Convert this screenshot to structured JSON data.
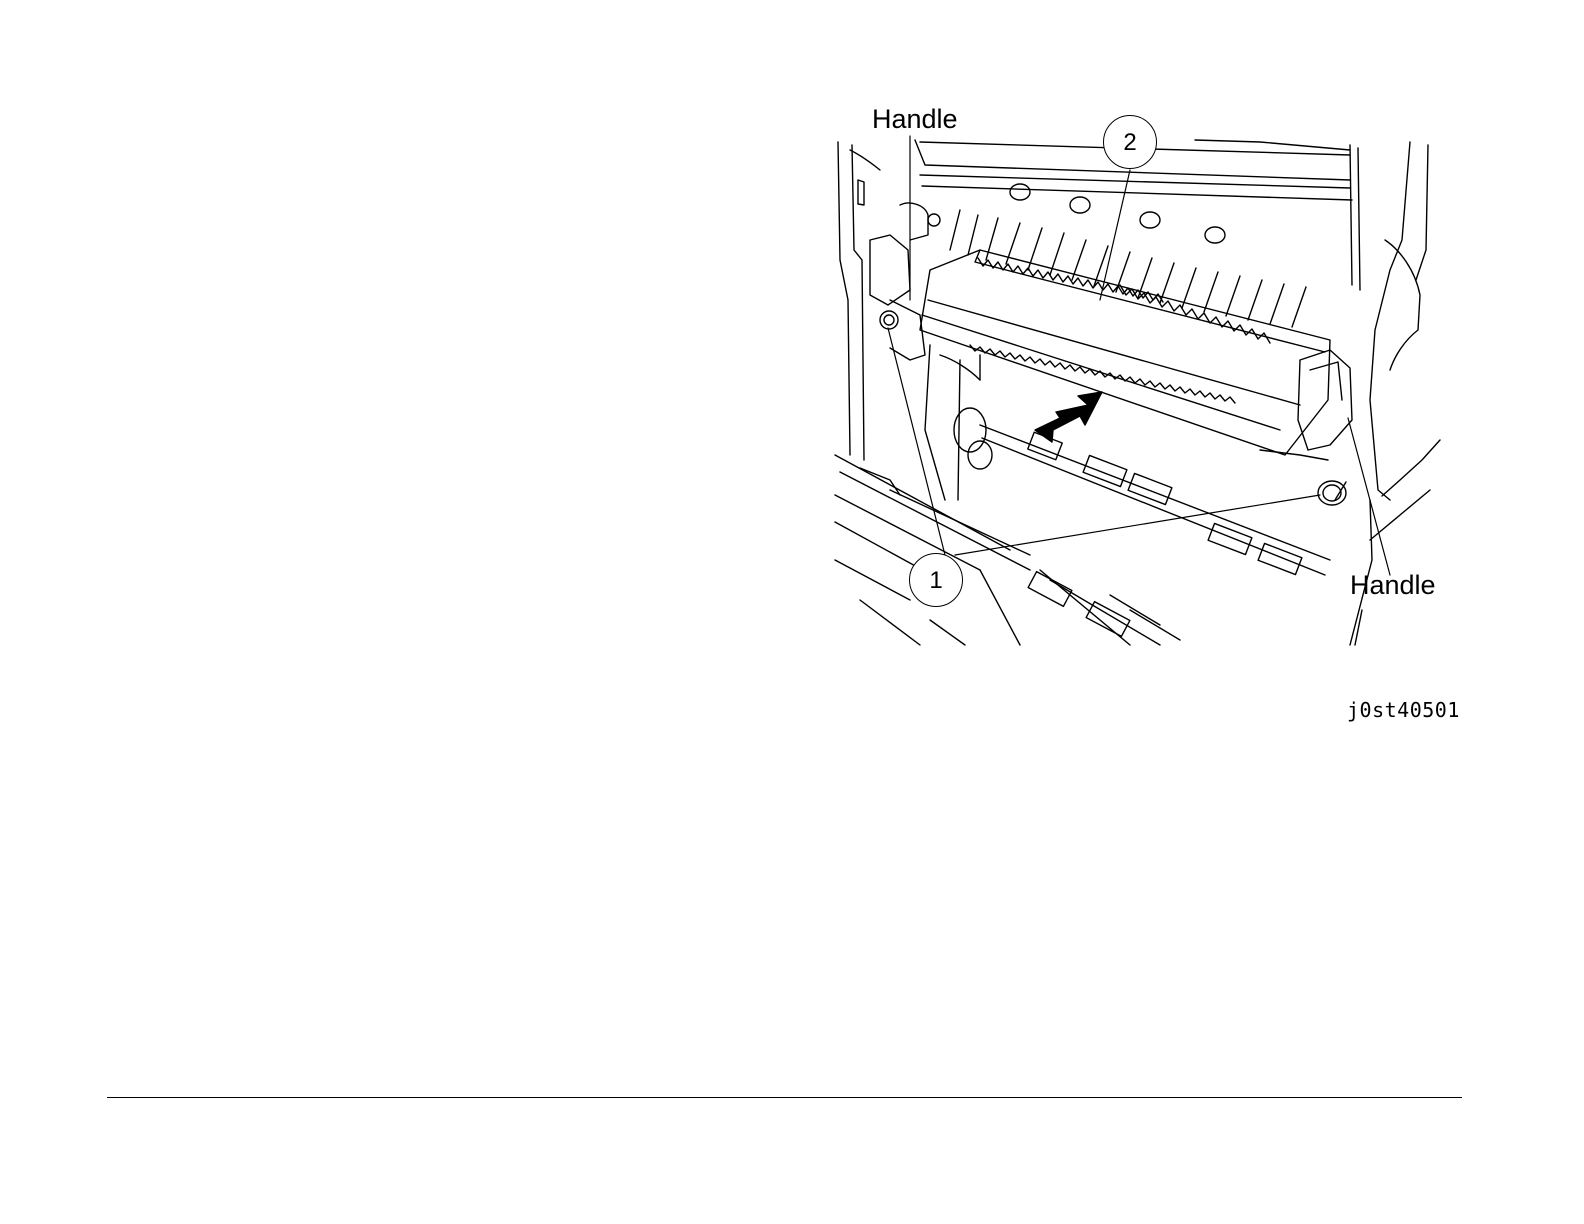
{
  "figure": {
    "labels": {
      "handle_top": "Handle",
      "handle_bottom": "Handle"
    },
    "callouts": {
      "one": "1",
      "two": "2"
    },
    "figure_id": "j0st40501",
    "line_color": "#000000",
    "background": "#ffffff"
  }
}
